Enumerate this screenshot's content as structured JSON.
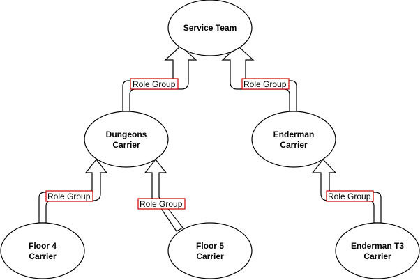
{
  "diagram": {
    "colors": {
      "stroke": "#000000",
      "fill": "#ffffff",
      "label_border": "#cc0000",
      "text": "#000000"
    },
    "nodes": [
      {
        "id": "service-team",
        "lines": [
          "Service Team"
        ]
      },
      {
        "id": "dungeons-carrier",
        "lines": [
          "Dungeons",
          "Carrier"
        ]
      },
      {
        "id": "enderman-carrier",
        "lines": [
          "Enderman",
          "Carrier"
        ]
      },
      {
        "id": "floor-4-carrier",
        "lines": [
          "Floor 4",
          "Carrier"
        ]
      },
      {
        "id": "floor-5-carrier",
        "lines": [
          "Floor 5",
          "Carrier"
        ]
      },
      {
        "id": "enderman-t3-carrier",
        "lines": [
          "Enderman T3",
          "Carrier"
        ]
      }
    ],
    "edges": [
      {
        "id": "dungeons-to-service",
        "from": "dungeons-carrier",
        "to": "service-team",
        "label": "Role Group"
      },
      {
        "id": "enderman-to-service",
        "from": "enderman-carrier",
        "to": "service-team",
        "label": "Role Group"
      },
      {
        "id": "floor4-to-dungeons",
        "from": "floor-4-carrier",
        "to": "dungeons-carrier",
        "label": "Role Group"
      },
      {
        "id": "floor5-to-dungeons",
        "from": "floor-5-carrier",
        "to": "dungeons-carrier",
        "label": "Role Group"
      },
      {
        "id": "endermant3-to-enderman",
        "from": "enderman-t3-carrier",
        "to": "enderman-carrier",
        "label": "Role Group"
      }
    ]
  }
}
